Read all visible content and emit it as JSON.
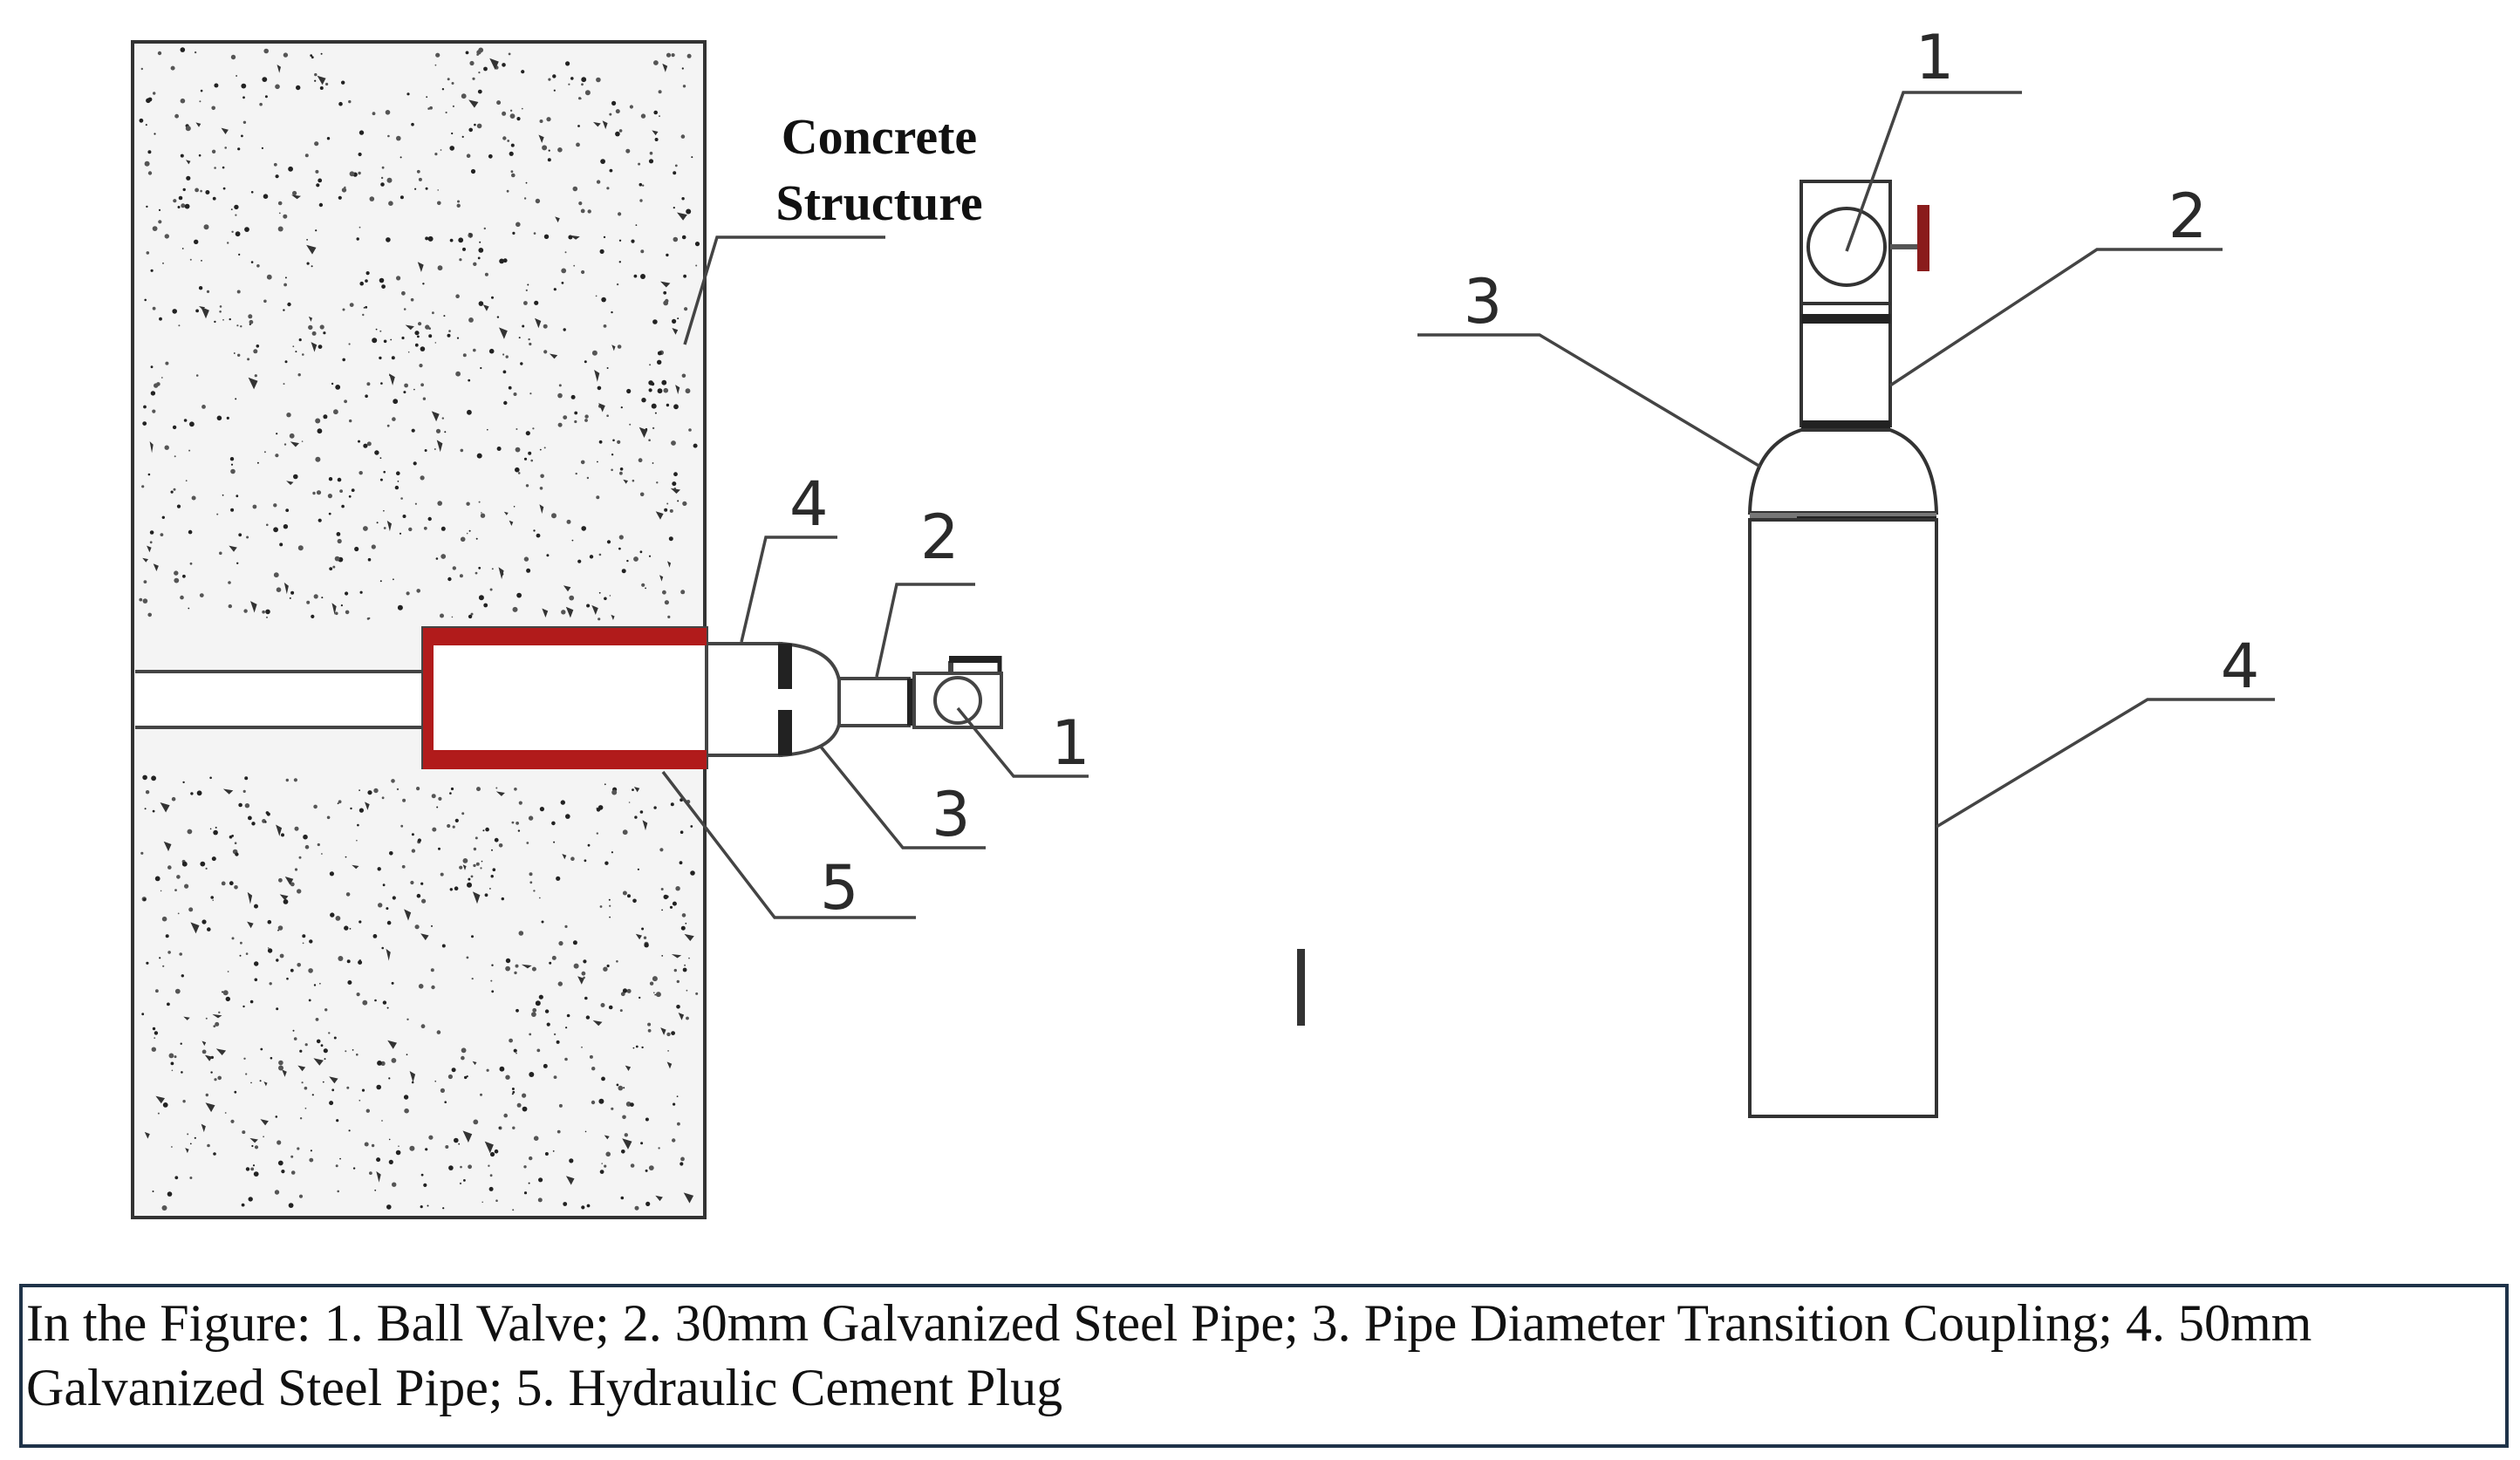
{
  "labels": {
    "concrete_line1": "Concrete",
    "concrete_line2": "Structure",
    "left_n1": "1",
    "left_n2": "2",
    "left_n3": "3",
    "left_n4": "4",
    "left_n5": "5",
    "right_n1": "1",
    "right_n2": "2",
    "right_n3": "3",
    "right_n4": "4",
    "view_mark": "I"
  },
  "caption": {
    "text": "In the Figure: 1. Ball Valve; 2. 30mm Galvanized Steel Pipe; 3. Pipe Diameter Transition Coupling; 4. 50mm Galvanized Steel Pipe; 5. Hydraulic Cement Plug"
  },
  "colors": {
    "plug_red": "#b11b1b",
    "valve_handle": "#8a1c1c",
    "outline": "#333333",
    "caption_border": "#1f3349"
  }
}
